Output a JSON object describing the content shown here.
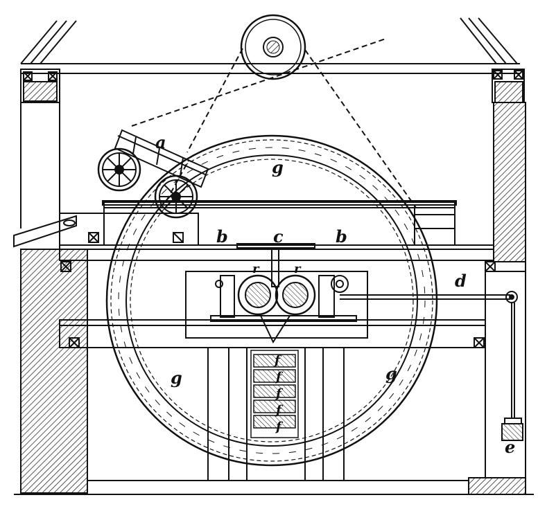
{
  "figure": {
    "labels": {
      "a": "a",
      "b_left": "b",
      "b_right": "b",
      "c": "c",
      "d": "d",
      "e": "e",
      "g_top": "g",
      "g_left": "g",
      "g_right": "g",
      "r_left": "r",
      "r_right": "r",
      "f1": "f",
      "f2": "f",
      "f3": "f",
      "f4": "f",
      "f5": "f"
    },
    "colors": {
      "ink": "#111111",
      "paper": "#ffffff"
    }
  }
}
